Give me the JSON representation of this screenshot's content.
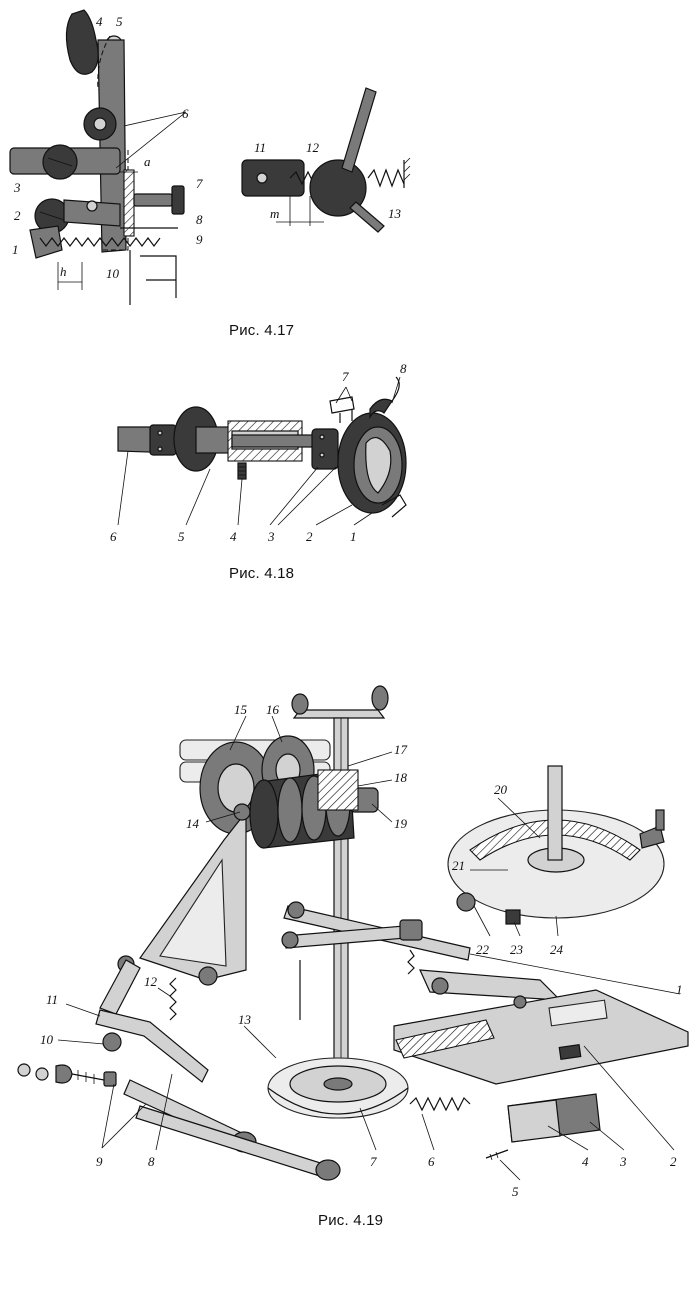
{
  "figures": [
    {
      "id": "fig_4_17",
      "caption": "Рис. 4.17",
      "labels_left": [
        "1",
        "2",
        "3",
        "4",
        "5",
        "6",
        "7",
        "8",
        "9",
        "10",
        "a",
        "h"
      ],
      "labels_right": [
        "11",
        "12",
        "13",
        "m"
      ]
    },
    {
      "id": "fig_4_18",
      "caption": "Рис. 4.18",
      "labels": [
        "1",
        "2",
        "3",
        "4",
        "5",
        "6",
        "7",
        "8"
      ]
    },
    {
      "id": "fig_4_19",
      "caption": "Рис. 4.19",
      "labels": [
        "1",
        "2",
        "3",
        "4",
        "5",
        "6",
        "7",
        "8",
        "9",
        "10",
        "11",
        "12",
        "13",
        "14",
        "15",
        "16",
        "17",
        "18",
        "19",
        "20",
        "21",
        "22",
        "23",
        "24"
      ]
    }
  ]
}
